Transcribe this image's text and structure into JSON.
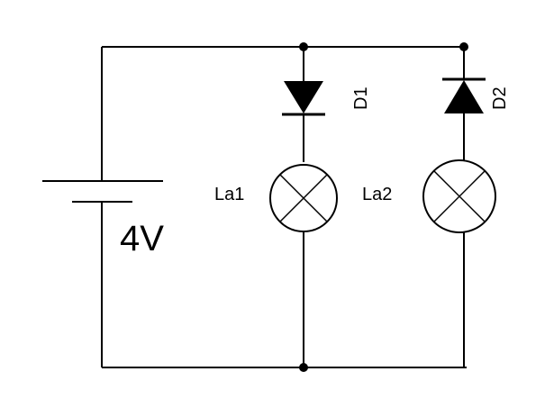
{
  "battery": {
    "voltage_label": "4V"
  },
  "diodes": [
    {
      "label": "D1",
      "orientation": "forward-down"
    },
    {
      "label": "D2",
      "orientation": "reverse-up"
    }
  ],
  "lamps": [
    {
      "label": "La1"
    },
    {
      "label": "La2"
    }
  ]
}
